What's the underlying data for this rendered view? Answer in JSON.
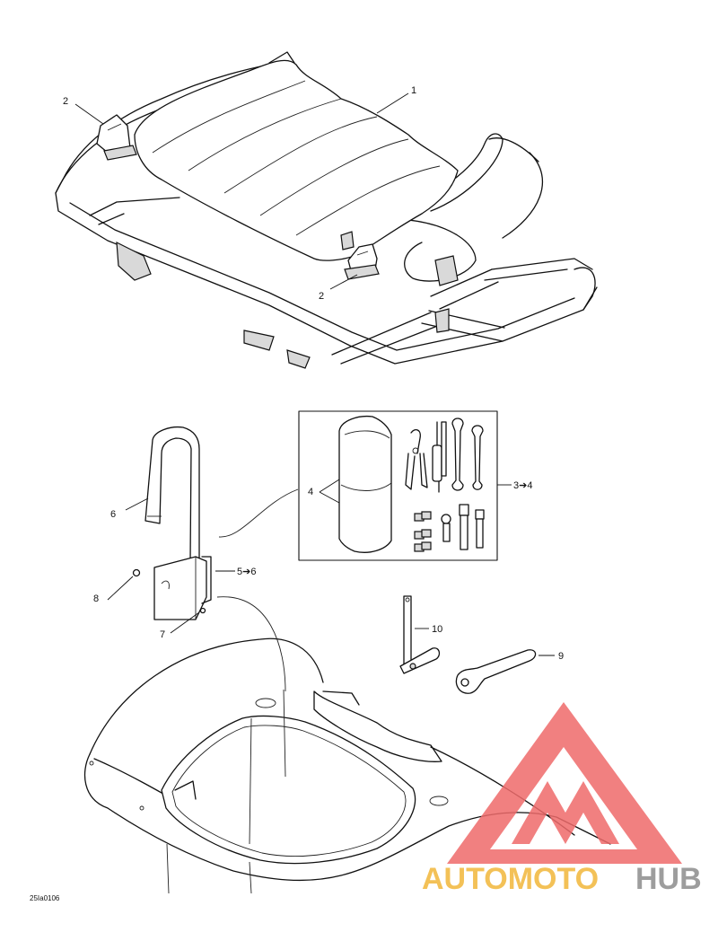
{
  "callouts": {
    "c1": "1",
    "c2a": "2",
    "c2b": "2",
    "c34": "3➔4",
    "c4": "4",
    "c56": "5➔6",
    "c6": "6",
    "c7": "7",
    "c8": "8",
    "c9": "9",
    "c10": "10"
  },
  "reference_code": "25Ia0106",
  "watermark": {
    "part_a": "AUTOMOTO",
    "part_b": "HUB",
    "colors": {
      "triangle": "#ef6b6b",
      "part_a": "#f2b73a",
      "part_b": "#8d8d8d"
    }
  }
}
